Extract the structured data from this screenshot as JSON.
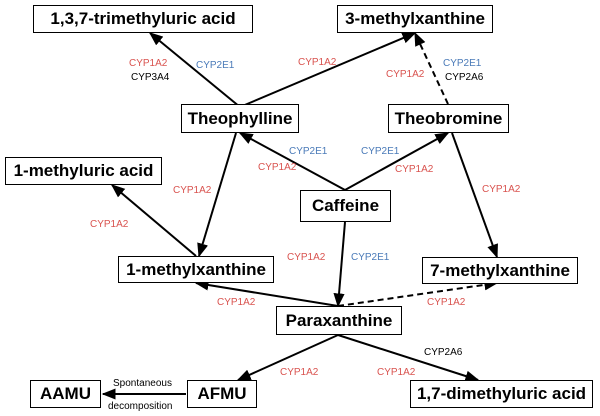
{
  "nodes": {
    "trimethyluric": "1,3,7-trimethyluric acid",
    "methylxanthine3": "3-methylxanthine",
    "theophylline": "Theophylline",
    "theobromine": "Theobromine",
    "methyluric1": "1-methyluric acid",
    "caffeine": "Caffeine",
    "methylxanthine1": "1-methylxanthine",
    "methylxanthine7": "7-methylxanthine",
    "paraxanthine": "Paraxanthine",
    "aamu": "AAMU",
    "afmu": "AFMU",
    "dimethyluric": "1,7-dimethyluric acid"
  },
  "enzymes": {
    "cyp1a2": "CYP1A2",
    "cyp2e1": "CYP2E1",
    "cyp3a4": "CYP3A4",
    "cyp2a6": "CYP2A6"
  },
  "annotations": {
    "spontaneous": "Spontaneous",
    "decomposition": "decomposition"
  },
  "colors": {
    "cyp1a2": "#d9534f",
    "cyp2e1": "#4a7ab8",
    "other": "#000000"
  }
}
